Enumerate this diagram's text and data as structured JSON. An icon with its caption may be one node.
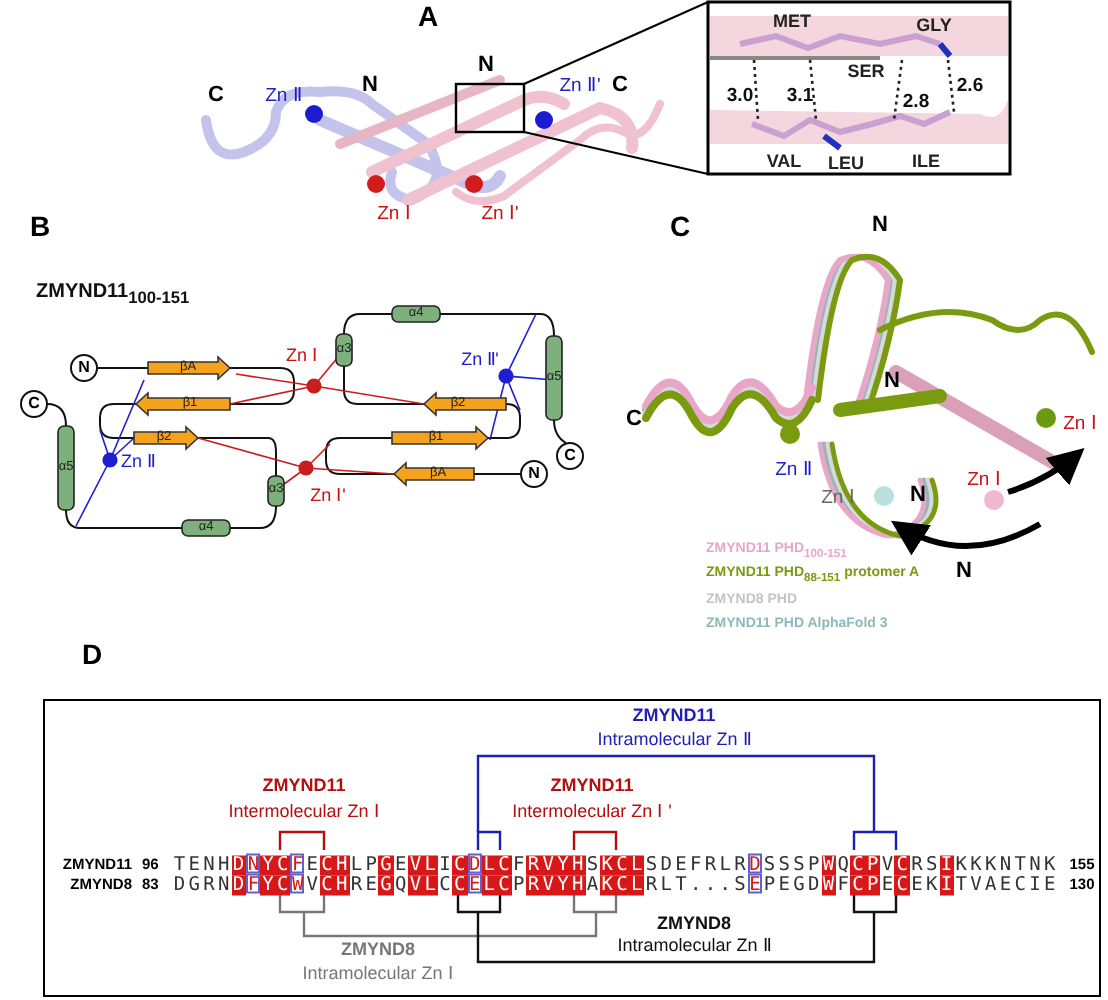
{
  "diagram": {
    "labels": [
      "A",
      "C",
      "Zn Ⅱ",
      "N",
      "N",
      "Zn Ⅱ'",
      "C",
      "Zn Ⅰ",
      "Zn Ⅰ'",
      "MET",
      "GLY",
      "SER",
      "3.0",
      "3.1",
      "2.8",
      "2.6",
      "VAL",
      "LEU",
      "ILE",
      "B",
      "ZMYND11$_{100-151}$",
      "N",
      "βA",
      "Zn Ⅰ",
      "α4",
      "α3",
      "C",
      "β1",
      "Zn Ⅱ'",
      "α5",
      "β2",
      "β2",
      "Zn Ⅱ",
      "α5",
      "β1",
      "C",
      "α3",
      "Zn Ⅰ'",
      "βA",
      "N",
      "α4",
      "C",
      "N",
      "N",
      "C",
      "Zn Ⅰ",
      "Zn Ⅱ",
      "Zn Ⅰ",
      "Zn Ⅰ",
      "N",
      "N",
      "D",
      "ZMYND11",
      "Intramolecular Zn Ⅱ",
      "ZMYND11",
      "Intermolecular Zn Ⅰ",
      "ZMYND11",
      "Intermolecular Zn Ⅰ '",
      "ZMYND11",
      "96",
      "TENHDNYCFECHLPGEVLICDLCFRVYHSKCLSDEFRLRDSSSPWQCPVCRSIKKKNTNK",
      "155",
      "ZMYND8",
      "83",
      "DGRNDFYCWVCHREGQVLCCELCPRVYHAKCLRLT...SEPEGDWFCPECEKITVAECIE",
      "130",
      "ZMYND8",
      "ZMYND8",
      "Intramolecular Zn Ⅱ",
      "Intramolecular Zn Ⅰ"
    ],
    "legend": [
      {
        "text": "ZMYND11 PHD$_{100-151}$",
        "color": "#e8a6c8"
      },
      {
        "text": "ZMYND11 PHD$_{88-151}$ protomer A",
        "color": "#7a9a10"
      },
      {
        "text": "ZMYND8 PHD",
        "color": "#c4c4c4"
      },
      {
        "text": "ZMYND11 PHD AlphaFold 3",
        "color": "#8fb8b8"
      }
    ]
  }
}
